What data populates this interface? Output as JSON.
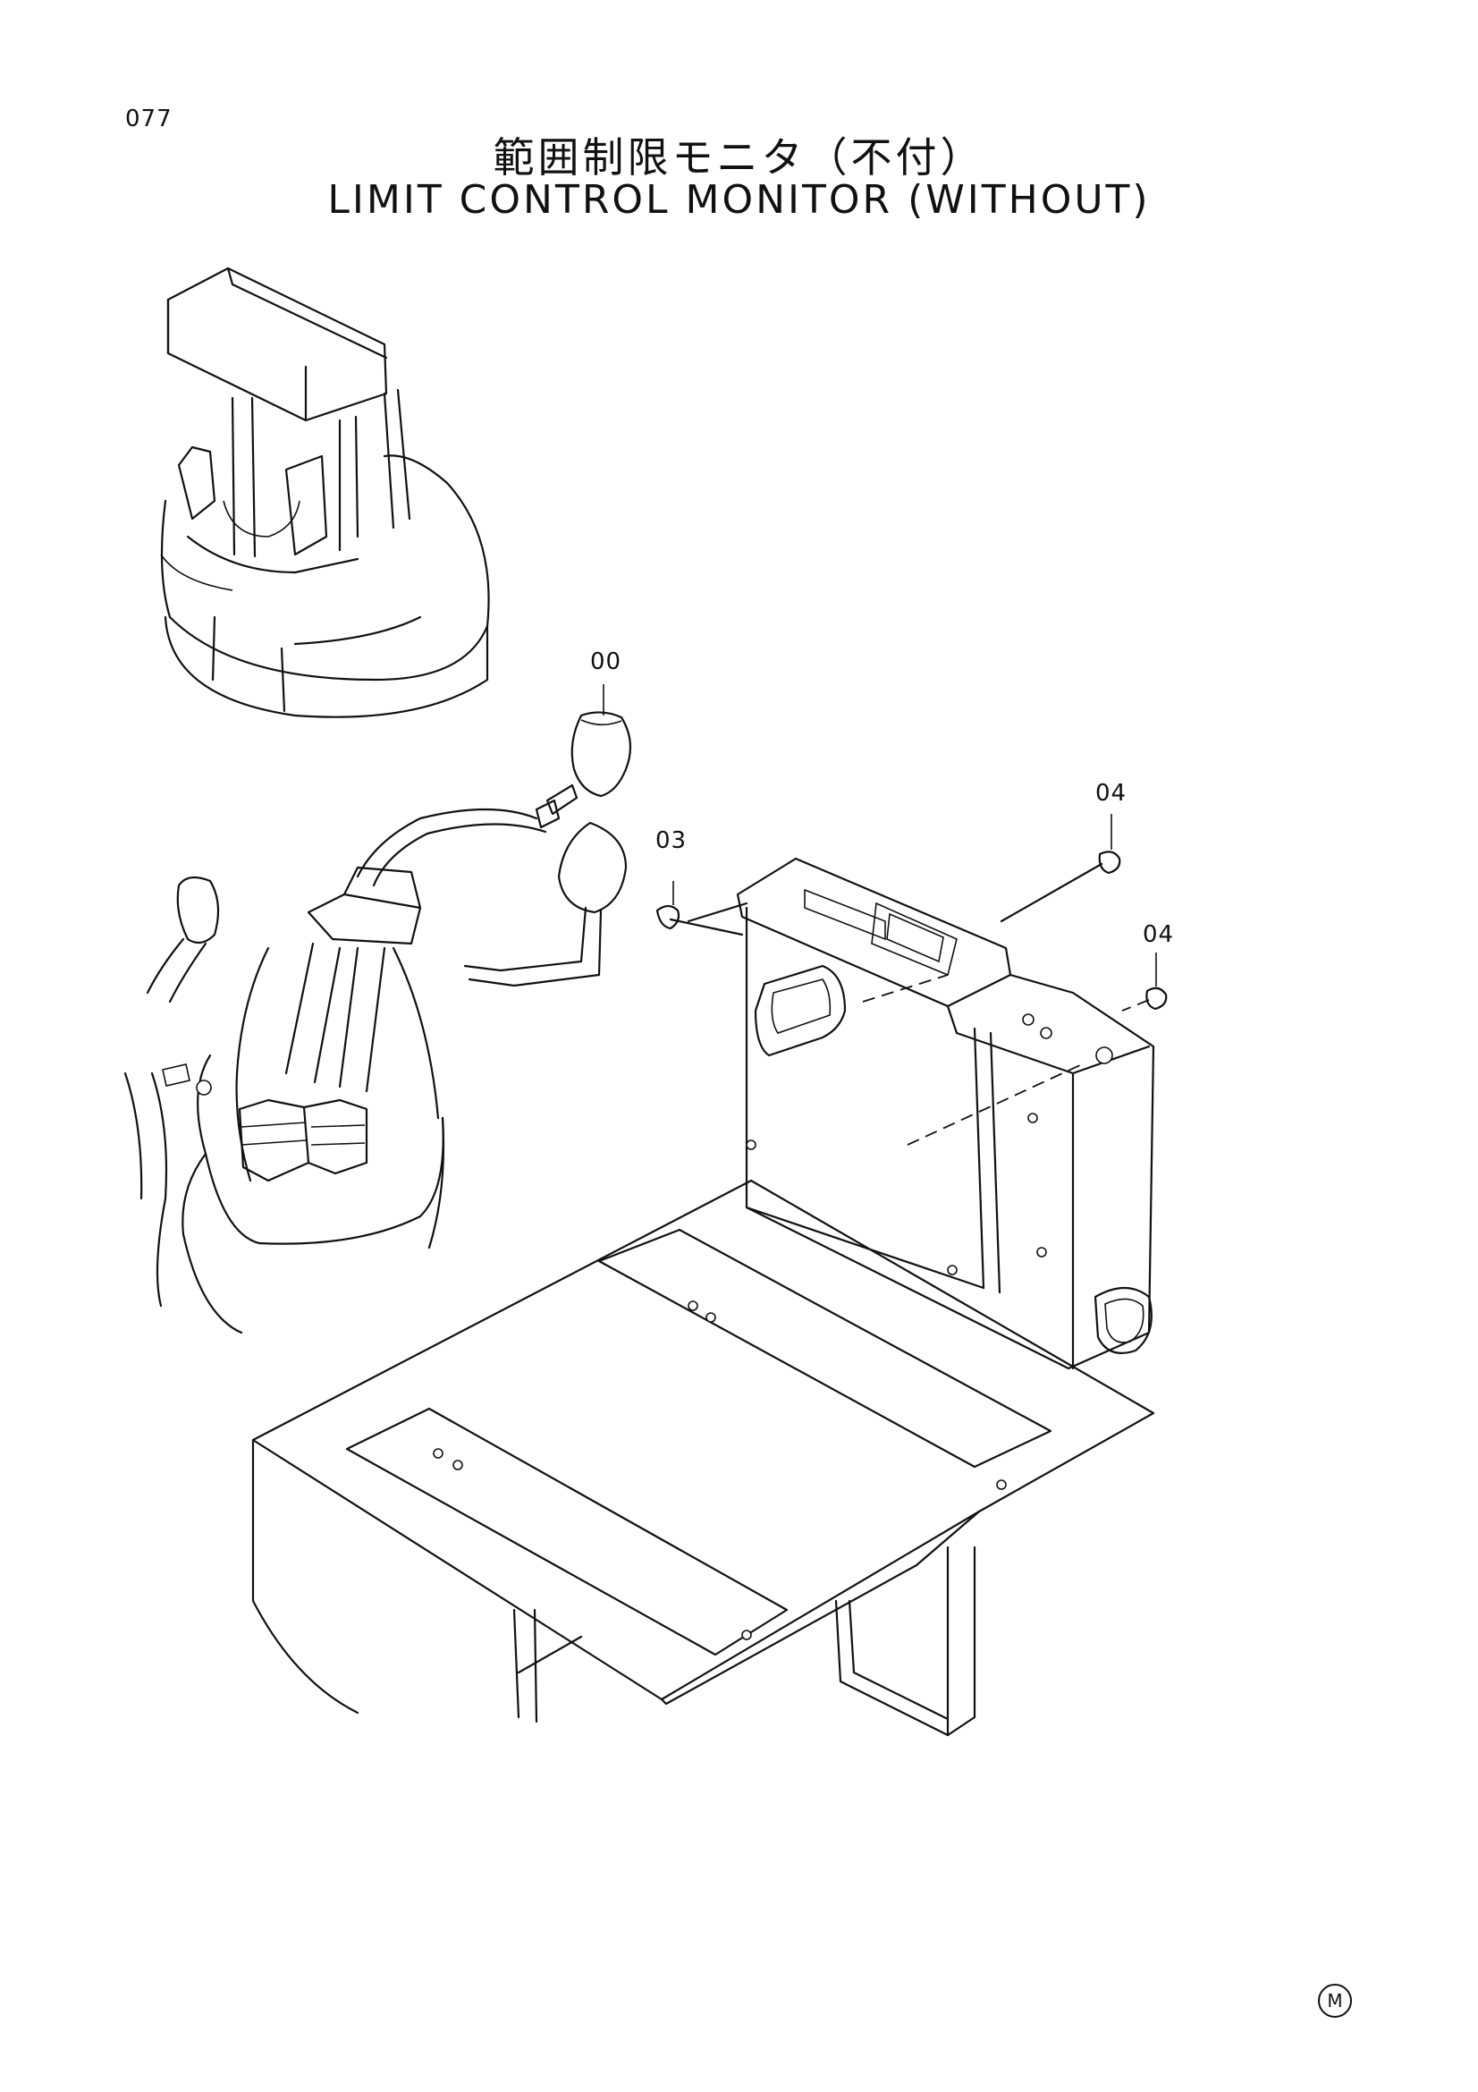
{
  "page": {
    "number": "077"
  },
  "title": {
    "japanese": "範囲制限モニタ（不付）",
    "english": "LIMIT CONTROL MONITOR (WITHOUT)"
  },
  "callouts": [
    {
      "label": "00",
      "part": "lever knob"
    },
    {
      "label": "03",
      "part": "screw (left)"
    },
    {
      "label": "04",
      "part": "screw (upper right)"
    },
    {
      "label": "04",
      "part": "screw (right)"
    }
  ],
  "corner_mark": "M"
}
